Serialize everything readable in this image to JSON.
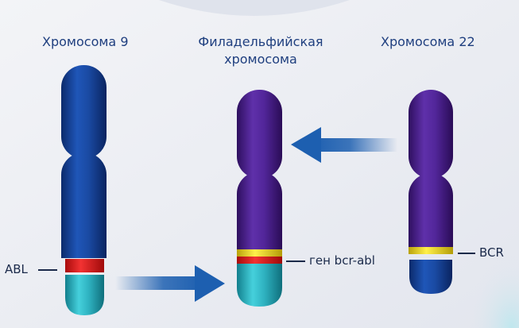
{
  "titles": {
    "chr9": "Хромосома 9",
    "ph_line1": "Филадельфийская",
    "ph_line2": "хромосома",
    "chr22": "Хромосома 22"
  },
  "markers": {
    "abl": "ABL",
    "bcr_abl": "ген bcr-abl",
    "bcr": "BCR"
  },
  "colors": {
    "background": "#eceef3",
    "chr9_blue": "#123f93",
    "ph_purple": "#4a1f8c",
    "abl_red": "#e21b1b",
    "bcr_yellow": "#f2dd1a",
    "teal": "#2fb3c1",
    "arrow_blue": "#1d5fb0"
  }
}
